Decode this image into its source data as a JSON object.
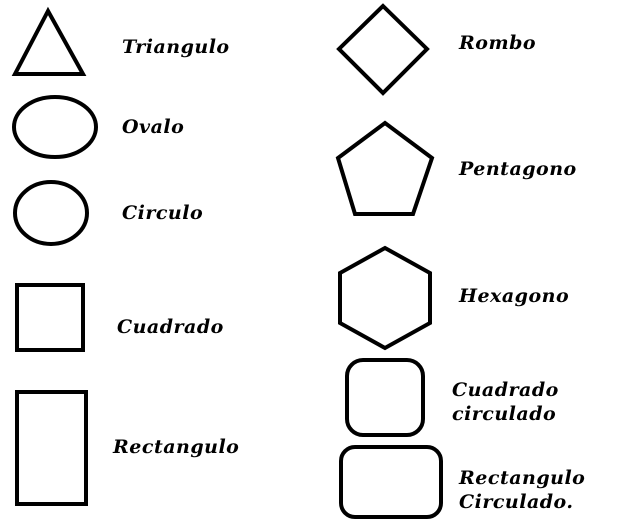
{
  "colors": {
    "stroke": "#000000",
    "background": "#ffffff",
    "text": "#000000"
  },
  "shapes": [
    {
      "id": "triangulo",
      "label": "Triangulo"
    },
    {
      "id": "ovalo",
      "label": "Ovalo"
    },
    {
      "id": "circulo",
      "label": "Circulo"
    },
    {
      "id": "cuadrado",
      "label": "Cuadrado"
    },
    {
      "id": "rectangulo",
      "label": "Rectangulo"
    },
    {
      "id": "rombo",
      "label": "Rombo"
    },
    {
      "id": "pentagono",
      "label": "Pentagono"
    },
    {
      "id": "hexagono",
      "label": "Hexagono"
    },
    {
      "id": "cuadrado-circulado",
      "label_lines": [
        "Cuadrado",
        "circulado"
      ]
    },
    {
      "id": "rectangulo-circulado",
      "label_lines": [
        "Rectangulo",
        "Circulado."
      ]
    }
  ]
}
